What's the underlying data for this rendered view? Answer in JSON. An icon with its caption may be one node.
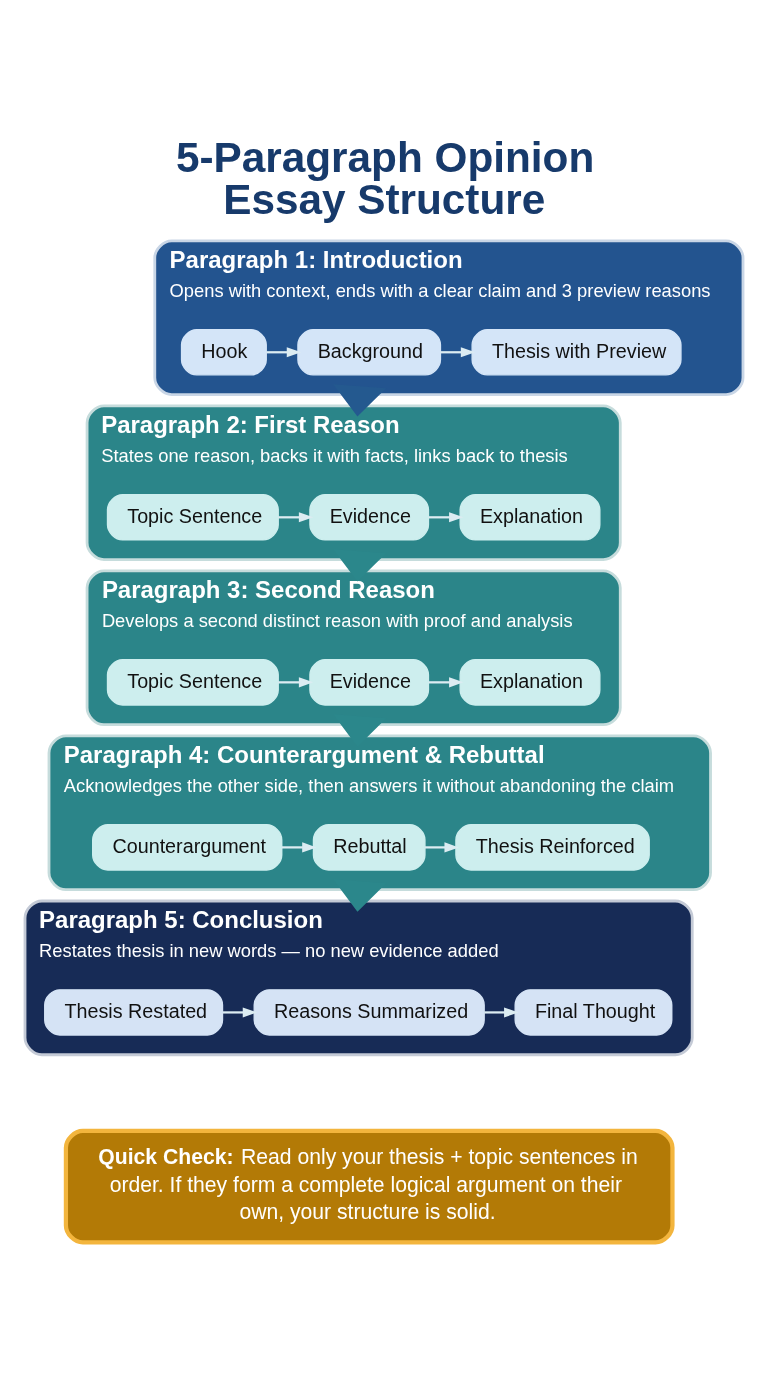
{
  "diagram": {
    "title": "5-Paragraph Opinion Essay Structure",
    "nodes": [
      {
        "text": [
          "Paragraph 1: Introduction",
          "Opens with context, ends with a clear claim and 3 preview reasons"
        ]
      },
      {
        "text": [
          "Hook"
        ],
        "in": 0
      },
      {
        "text": [
          "Background"
        ],
        "in": 0
      },
      {
        "text": [
          "Thesis with Preview"
        ],
        "in": 0
      },
      {
        "text": [
          "Paragraph 2: First Reason",
          "States one reason, backs it with facts, links back to thesis"
        ]
      },
      {
        "text": [
          "Topic Sentence"
        ],
        "in": 4
      },
      {
        "text": [
          "Evidence"
        ],
        "in": 4
      },
      {
        "text": [
          "Explanation"
        ],
        "in": 4
      },
      {
        "text": [
          "Paragraph 3: Second Reason",
          "Develops a second distinct reason with proof and analysis"
        ]
      },
      {
        "text": [
          "Topic Sentence"
        ],
        "in": 8
      },
      {
        "text": [
          "Evidence"
        ],
        "in": 8
      },
      {
        "text": [
          "Explanation"
        ],
        "in": 8
      },
      {
        "text": [
          "Paragraph 4: Counterargument & Rebuttal",
          "Acknowledges the other side, then answers it without abandoning the claim"
        ]
      },
      {
        "text": [
          "Counterargument"
        ],
        "in": 12
      },
      {
        "text": [
          "Rebuttal"
        ],
        "in": 12
      },
      {
        "text": [
          "Thesis Reinforced"
        ],
        "in": 12
      },
      {
        "text": [
          "Paragraph 5: Conclusion",
          "Restates thesis in new words — no new evidence added"
        ]
      },
      {
        "text": [
          "Thesis Restated"
        ],
        "in": 16
      },
      {
        "text": [
          "Reasons Summarized"
        ],
        "in": 16
      },
      {
        "text": [
          "Final Thought"
        ],
        "in": 16
      },
      {
        "text": [
          "Quick Check:",
          "Read only your thesis + topic sentences in order. If they form a complete logical argument on their own, your structure is solid."
        ]
      }
    ],
    "edges": [
      {
        "from": 1,
        "to": 2,
        "arrow": "to"
      },
      {
        "from": 2,
        "to": 3,
        "arrow": "to"
      },
      {
        "from": 0,
        "to": 4,
        "arrow": "to",
        "style": "thick",
        "color": "#24598f"
      },
      {
        "from": 5,
        "to": 6,
        "arrow": "to"
      },
      {
        "from": 6,
        "to": 7,
        "arrow": "to"
      },
      {
        "from": 4,
        "to": 8,
        "arrow": "to",
        "style": "thick",
        "color": "#2b878b"
      },
      {
        "from": 9,
        "to": 10,
        "arrow": "to"
      },
      {
        "from": 10,
        "to": 11,
        "arrow": "to"
      },
      {
        "from": 8,
        "to": 12,
        "arrow": "to",
        "style": "thick",
        "color": "#2b878b"
      },
      {
        "from": 13,
        "to": 14,
        "arrow": "to"
      },
      {
        "from": 14,
        "to": 15,
        "arrow": "to"
      },
      {
        "from": 12,
        "to": 16,
        "arrow": "to",
        "style": "thick",
        "color": "#2b878b"
      },
      {
        "from": 17,
        "to": 18,
        "arrow": "to"
      },
      {
        "from": 18,
        "to": 19,
        "arrow": "to"
      }
    ]
  }
}
